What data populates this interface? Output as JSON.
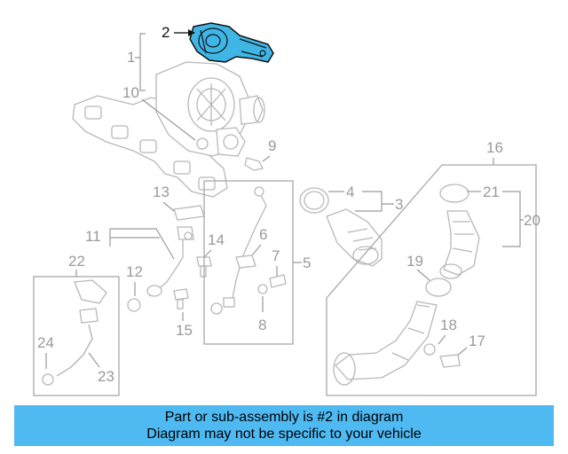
{
  "callouts": {
    "c1": "1",
    "c2": "2",
    "c3": "3",
    "c4": "4",
    "c5": "5",
    "c6": "6",
    "c7": "7",
    "c8": "8",
    "c9": "9",
    "c10": "10",
    "c11": "11",
    "c12": "12",
    "c13": "13",
    "c14": "14",
    "c15": "15",
    "c16": "16",
    "c17": "17",
    "c18": "18",
    "c19": "19",
    "c20": "20",
    "c21": "21",
    "c22": "22",
    "c23": "23",
    "c24": "24"
  },
  "highlighted_callout": "2",
  "colors": {
    "highlight": "#3fb6e6",
    "banner": "#4fb9f2",
    "linework": "#b8b8b8"
  },
  "banner": {
    "line1": "Part or sub-assembly is #2 in diagram",
    "line2": "Diagram may not be specific to your vehicle"
  }
}
